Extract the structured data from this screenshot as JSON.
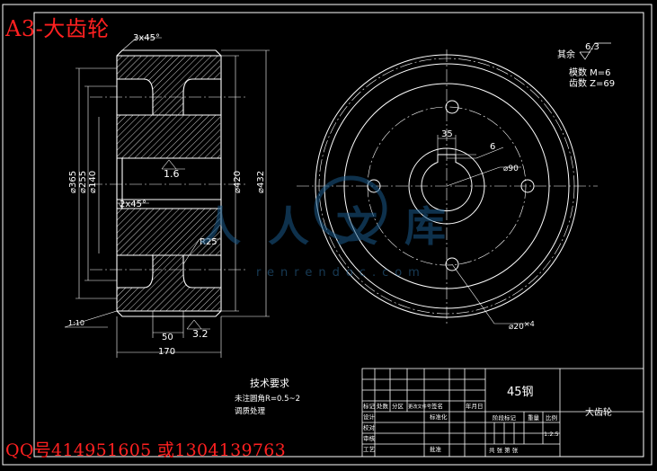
{
  "overlay": {
    "title": "A3-大齿轮",
    "footer": "QQ号414951605 或1304139763"
  },
  "watermark": {
    "text": "人人文库",
    "url": "renrendoc.com"
  },
  "section_view": {
    "chamfer_top": "3x45°",
    "chamfer_mid": "2x45°",
    "dim_365": "⌀365",
    "dim_255": "⌀255",
    "dim_140": "⌀140",
    "dim_420": "⌀420",
    "dim_432": "⌀432",
    "radius": "R25",
    "rough_1": "1.6",
    "rough_2": "3.2",
    "taper": "1:10",
    "width_50": "50",
    "width_170": "170"
  },
  "front_view": {
    "keyway_35": "35",
    "keyway_6": "6",
    "bore": "⌀90",
    "holes": "⌀20",
    "holes_count": "×4"
  },
  "notes": {
    "surface_prefix": "其余",
    "surface_value": "6.3",
    "module": "模数 M=6",
    "teeth": "齿数 Z=69",
    "tech_title": "技术要求",
    "tech_line1": "未注圆角R=0.5~2",
    "tech_line2": "调质处理"
  },
  "title_block": {
    "material": "45钢",
    "part_name": "大齿轮",
    "hdr_mark": "标记",
    "hdr_count": "处数",
    "hdr_zone": "分区",
    "hdr_doc": "更改文件号",
    "hdr_sign": "签名",
    "hdr_date": "年月日",
    "row_design": "设计",
    "row_std": "标准化",
    "row_check": "校对",
    "row_review": "审核",
    "row_process": "工艺",
    "row_approve": "批准",
    "stage_mark": "阶段标记",
    "weight": "重量",
    "scale_label": "比例",
    "scale": "1:2.5",
    "sheets": "共 张 第 张"
  }
}
